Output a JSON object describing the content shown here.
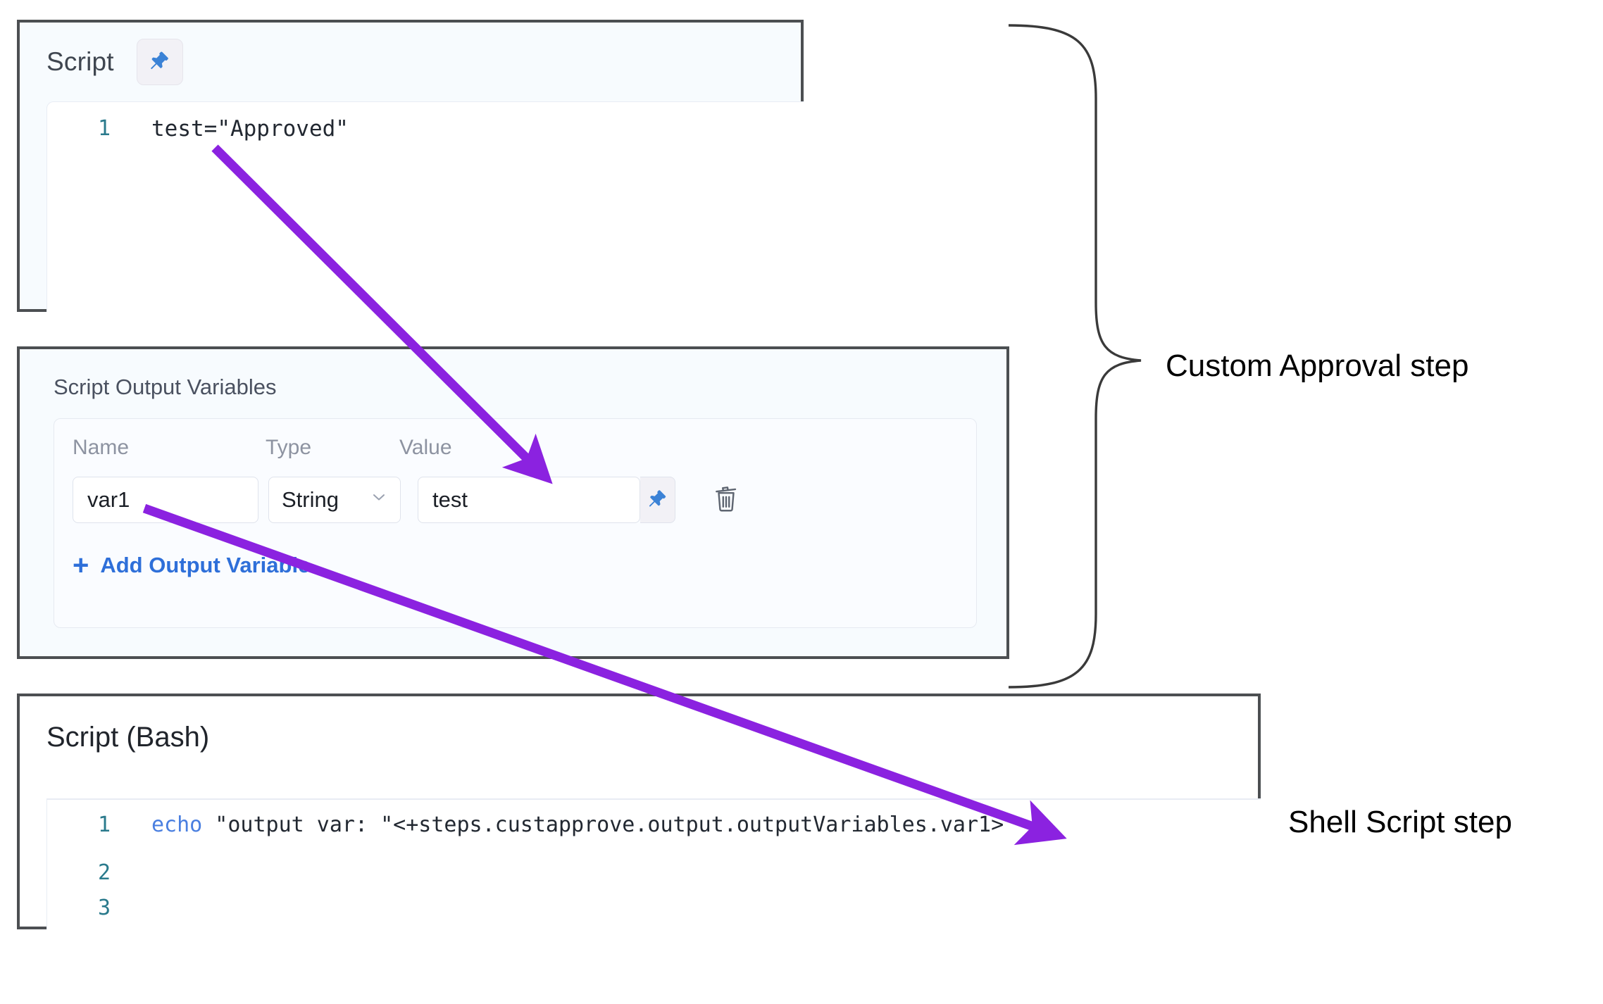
{
  "script_panel": {
    "title": "Script",
    "pin_icon": "pin-icon",
    "code": {
      "lines": [
        {
          "number": "1",
          "text": "test=\"Approved\""
        }
      ]
    }
  },
  "output_variables_panel": {
    "title": "Script Output Variables",
    "columns": {
      "name": "Name",
      "type": "Type",
      "value": "Value"
    },
    "rows": [
      {
        "name": "var1",
        "type": "String",
        "value": "test",
        "pin_icon": "pin-icon",
        "delete_icon": "trash-icon",
        "chevron_icon": "chevron-down-icon"
      }
    ],
    "add_link": {
      "plus": "+",
      "label": "Add Output Variable"
    }
  },
  "bash_panel": {
    "title": "Script (Bash)",
    "code": {
      "lines": [
        {
          "number": "1",
          "keyword": "echo",
          "rest": " \"output var: \"<+steps.custapprove.output.outputVariables.var1>"
        },
        {
          "number": "2",
          "keyword": "",
          "rest": ""
        },
        {
          "number": "3",
          "keyword": "",
          "rest": ""
        }
      ]
    }
  },
  "annotations": {
    "custom_approval_label": "Custom Approval step",
    "shell_script_label": "Shell Script step",
    "brace_icon": "curly-brace-icon",
    "arrow_icon": "arrow-icon",
    "arrow_color": "#8b22e0"
  },
  "colors": {
    "panel_border": "#4c4f52",
    "panel_bg_tint": "#f7fbfe",
    "link_blue": "#2e6fd9",
    "pin_blue": "#3b82d6",
    "line_number": "#2a7a8c",
    "arrow_purple": "#8b22e0"
  }
}
